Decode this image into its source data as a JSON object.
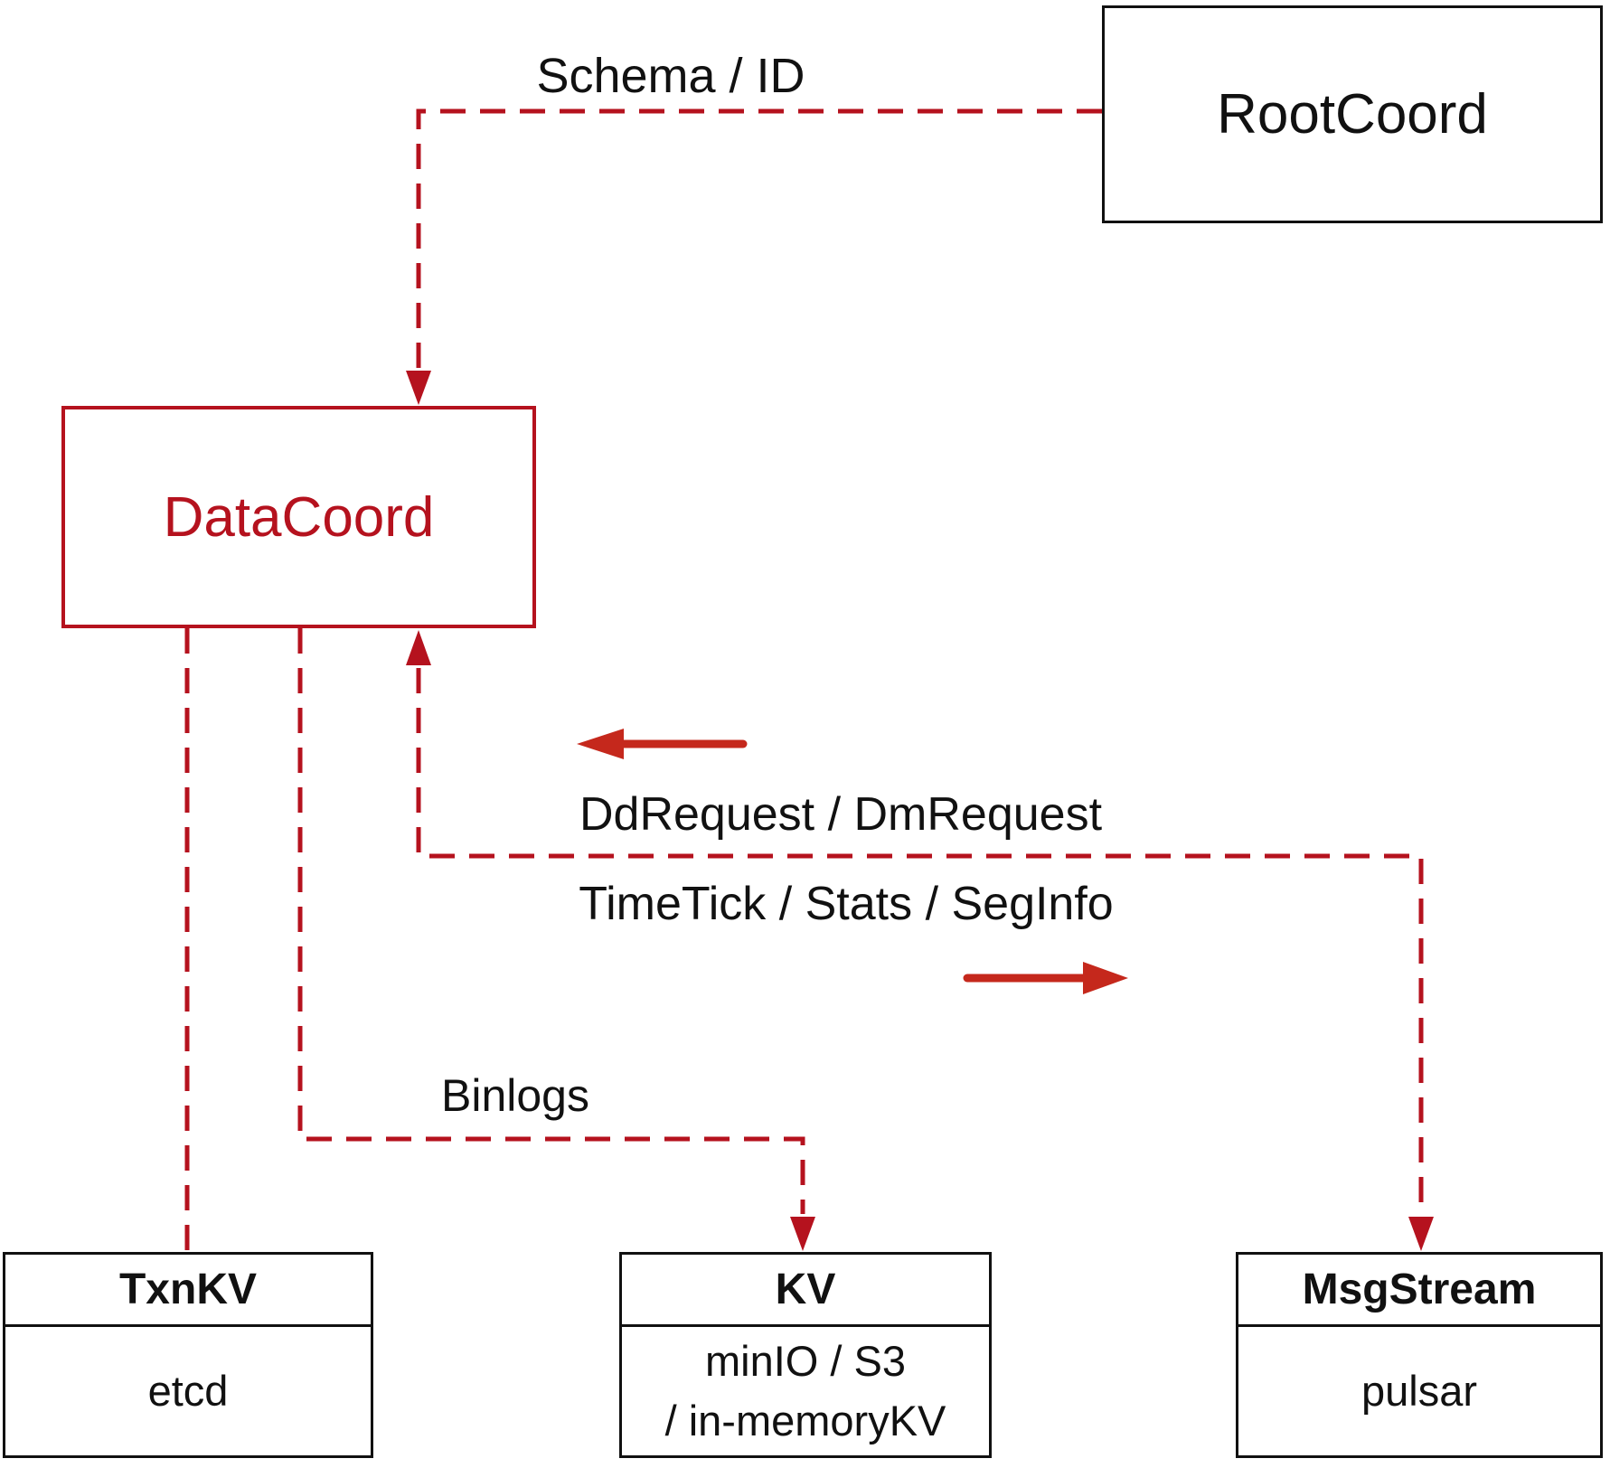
{
  "colors": {
    "line_red": "#b5121e",
    "arrow_red": "#c5281c",
    "box_black": "#111111",
    "text_black": "#111111",
    "background": "#ffffff"
  },
  "diagram": {
    "nodes": {
      "rootcoord": {
        "label": "RootCoord"
      },
      "datacoord": {
        "label": "DataCoord"
      },
      "txnkv": {
        "title": "TxnKV",
        "body": "etcd"
      },
      "kv": {
        "title": "KV",
        "body_line1": "minIO / S3",
        "body_line2": "/ in-memoryKV"
      },
      "msgstream": {
        "title": "MsgStream",
        "body": "pulsar"
      }
    },
    "edge_labels": {
      "schema_id": "Schema / ID",
      "dd_dm_request": "DdRequest / DmRequest",
      "timetick_stats_seginfo": "TimeTick / Stats / SegInfo",
      "binlogs": "Binlogs"
    }
  }
}
